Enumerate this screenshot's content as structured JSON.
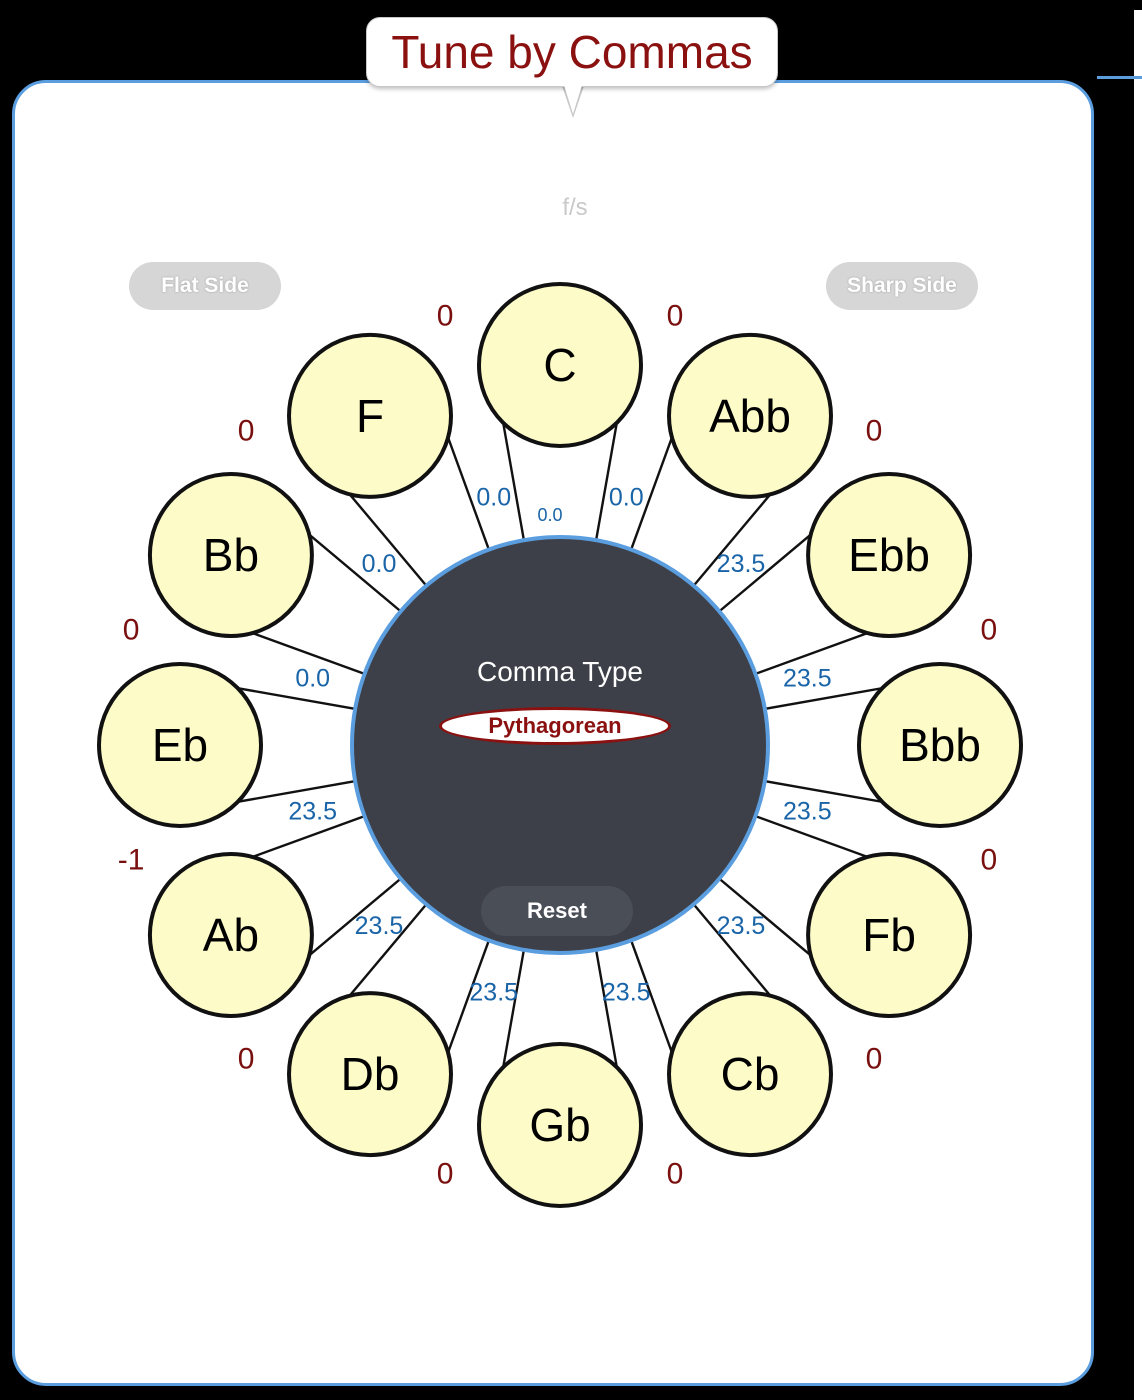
{
  "title": "Tune by Commas",
  "hint": "f/s",
  "buttons": {
    "flat_side": "Flat Side",
    "sharp_side": "Sharp Side",
    "reset": "Reset"
  },
  "center": {
    "comma_type_label": "Comma Type",
    "comma_type_value": "Pythagorean"
  },
  "notes": [
    {
      "name": "C",
      "offset": "0"
    },
    {
      "name": "Abb",
      "offset": "0"
    },
    {
      "name": "Ebb",
      "offset": "0"
    },
    {
      "name": "Bbb",
      "offset": "0"
    },
    {
      "name": "Fb",
      "offset": "0"
    },
    {
      "name": "Cb",
      "offset": "0"
    },
    {
      "name": "Gb",
      "offset": "0"
    },
    {
      "name": "Db",
      "offset": "0"
    },
    {
      "name": "Ab",
      "offset": "-1"
    },
    {
      "name": "Eb",
      "offset": "0"
    },
    {
      "name": "Bb",
      "offset": "0"
    },
    {
      "name": "F",
      "offset": "0"
    }
  ],
  "cents": [
    "0.0",
    "23.5",
    "23.5",
    "23.5",
    "23.5",
    "23.5",
    "23.5",
    "23.5",
    "23.5",
    "0.0",
    "0.0",
    "0.0"
  ],
  "center_cents": "0.0",
  "colors": {
    "background": "#000000",
    "panel": "#ffffff",
    "panel_border": "#5b9ee0",
    "title": "#8b1010",
    "note_fill": "#fdfbc8",
    "hub": "#3d4048",
    "offset_text": "#7a0f0f",
    "cents_text": "#1a64a8"
  }
}
